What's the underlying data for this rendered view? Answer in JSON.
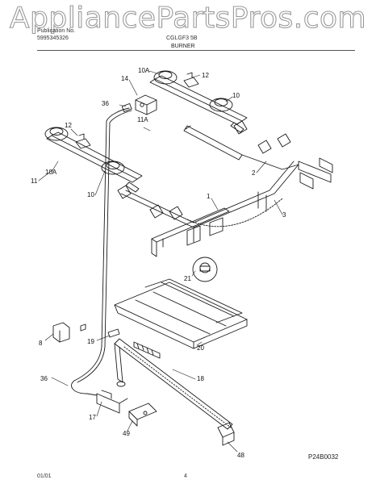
{
  "watermark": "AppliancePartsPros.com",
  "header": {
    "publication_label": "Publication No.",
    "publication_number": "5995345326",
    "model": "CGLGF3 5B",
    "section_title": "BURNER"
  },
  "callouts": [
    "10A",
    "14",
    "12",
    "36",
    "11A",
    "10",
    "12",
    "10A",
    "11",
    "10",
    "2",
    "1",
    "3",
    "21",
    "8",
    "19",
    "20",
    "36",
    "18",
    "17",
    "49",
    "48"
  ],
  "footer": {
    "date": "01/01",
    "page": "4",
    "drawing_code": "P24B0032"
  },
  "colors": {
    "line": "#1a1a1a",
    "watermark_stroke": "#9a9a9a"
  }
}
